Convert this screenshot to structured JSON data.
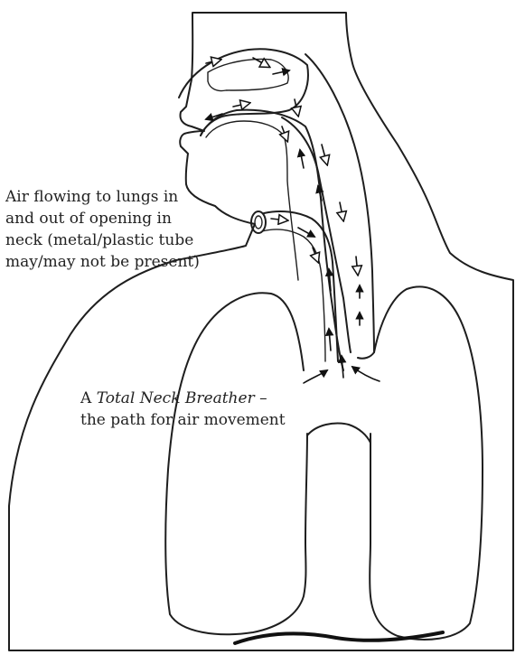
{
  "diagram": {
    "label_stoma": [
      "Air flowing to lungs in",
      "and out of opening in",
      "neck (metal/plastic tube",
      "may/may not be present)"
    ],
    "caption_line1_prefix": "A ",
    "caption_line1_emphasis": "Total Neck Breather",
    "caption_line1_suffix": " –",
    "caption_line2": "the path for air movement"
  }
}
